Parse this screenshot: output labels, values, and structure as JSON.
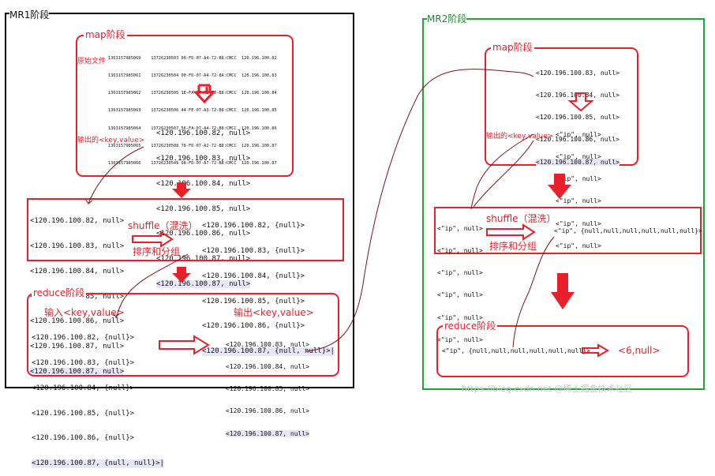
{
  "mr1": {
    "title": "MR1阶段",
    "map": {
      "title": "map阶段",
      "source_label": "原始文件",
      "raw_lines": [
        "1363157985069    13726230503 00-FD-07-A4-72-B8:CMCC  120.196.100.82",
        "1363157985061    13726230504 00-FD-07-A4-72-8A:CMCC  120.196.100.83",
        "1363157985062    13726230505 1E-FA-07-A5-72-B8:CMCC  120.196.100.84",
        "1363157985063    13726230506 44-FE-07-A3-72-B8:CMCC  120.196.100.85",
        "1363157985064    13726230507 56-FA-07-A4-72-B8:CMCC  120.196.100.86",
        "1363157985065    13726230508 78-FD-07-A2-72-B8:CMCC  120.196.100.87",
        "1363157985066    13726230545 98-FD-07-A7-72-B8:CMCC  120.196.100.87"
      ],
      "output_label": "输出的<key,value>",
      "output_lines": [
        "<120.196.100.82, null>",
        "<120.196.100.83, null>",
        "<120.196.100.84, null>",
        "<120.196.100.85, null>",
        "<120.196.100.86, null>",
        "<120.196.100.87, null>",
        "<120.196.100.87, null>"
      ]
    },
    "shuffle": {
      "input_lines": [
        "<120.196.100.82, null>",
        "<120.196.100.83, null>",
        "<120.196.100.84, null>",
        "<120.196.100.85, null>",
        "<120.196.100.86, null>",
        "<120.196.100.87, null>",
        "<120.196.100.87, null>"
      ],
      "label": "shuffle（混洗）",
      "sublabel": "排序和分组",
      "output_lines": [
        "<120.196.100.82, {null}>",
        "<120.196.100.83, {null}>",
        "<120.196.100.84, {null}>",
        "<120.196.100.85, {null}>",
        "<120.196.100.86, {null}>",
        "<120.196.100.87, {null, null}>|"
      ]
    },
    "reduce": {
      "title": "reduce阶段",
      "input_label": "输入<key,value>",
      "input_lines": [
        "<120.196.100.82, {null}>",
        "<120.196.100.83, {null}>",
        "<120.196.100.84, {null}>",
        "<120.196.100.85, {null}>",
        "<120.196.100.86, {null}>",
        "<120.196.100.87, {null, null}>|"
      ],
      "output_label": "输出<key,value>",
      "output_lines": [
        "<120.196.100.83, null>",
        "<120.196.100.84, null>",
        "<120.196.100.85, null>",
        "<120.196.100.86, null>",
        "<120.196.100.87, null>"
      ]
    }
  },
  "mr2": {
    "title": "MR2阶段",
    "map": {
      "title": "map阶段",
      "input_lines": [
        "<120.196.100.83, null>",
        "<120.196.100.84, null>",
        "<120.196.100.85, null>",
        "<120.196.100.86, null>",
        "<120.196.100.87, null>"
      ],
      "output_label": "输出的<key,value>",
      "output_lines": [
        "<\"ip\", null>",
        "<\"ip\", null>",
        "<\"ip\", null>",
        "<\"ip\", null>",
        "<\"ip\", null>",
        "<\"ip\", null>"
      ]
    },
    "shuffle": {
      "input_lines": [
        "<\"ip\", null>",
        "<\"ip\", null>",
        "<\"ip\", null>",
        "<\"ip\", null>",
        "<\"ip\", null>",
        "<\"ip\", null>"
      ],
      "label": "shuffle（混洗）",
      "sublabel": "排序和分组",
      "output": "<\"ip\", {null,null,null,null,null,null}>"
    },
    "reduce": {
      "title": "reduce阶段",
      "input": "<\"ip\", {null,null,null,null,null,null}>",
      "output": "<6,null>"
    }
  },
  "watermark": "https://blog.csdn.net @稀土掘金技术社区",
  "colors": {
    "red": "#e8202a",
    "mr1_frame": "#000000",
    "mr2_frame": "#22a33a",
    "highlight": "#e6e6f6",
    "connector": "#7a1414"
  }
}
